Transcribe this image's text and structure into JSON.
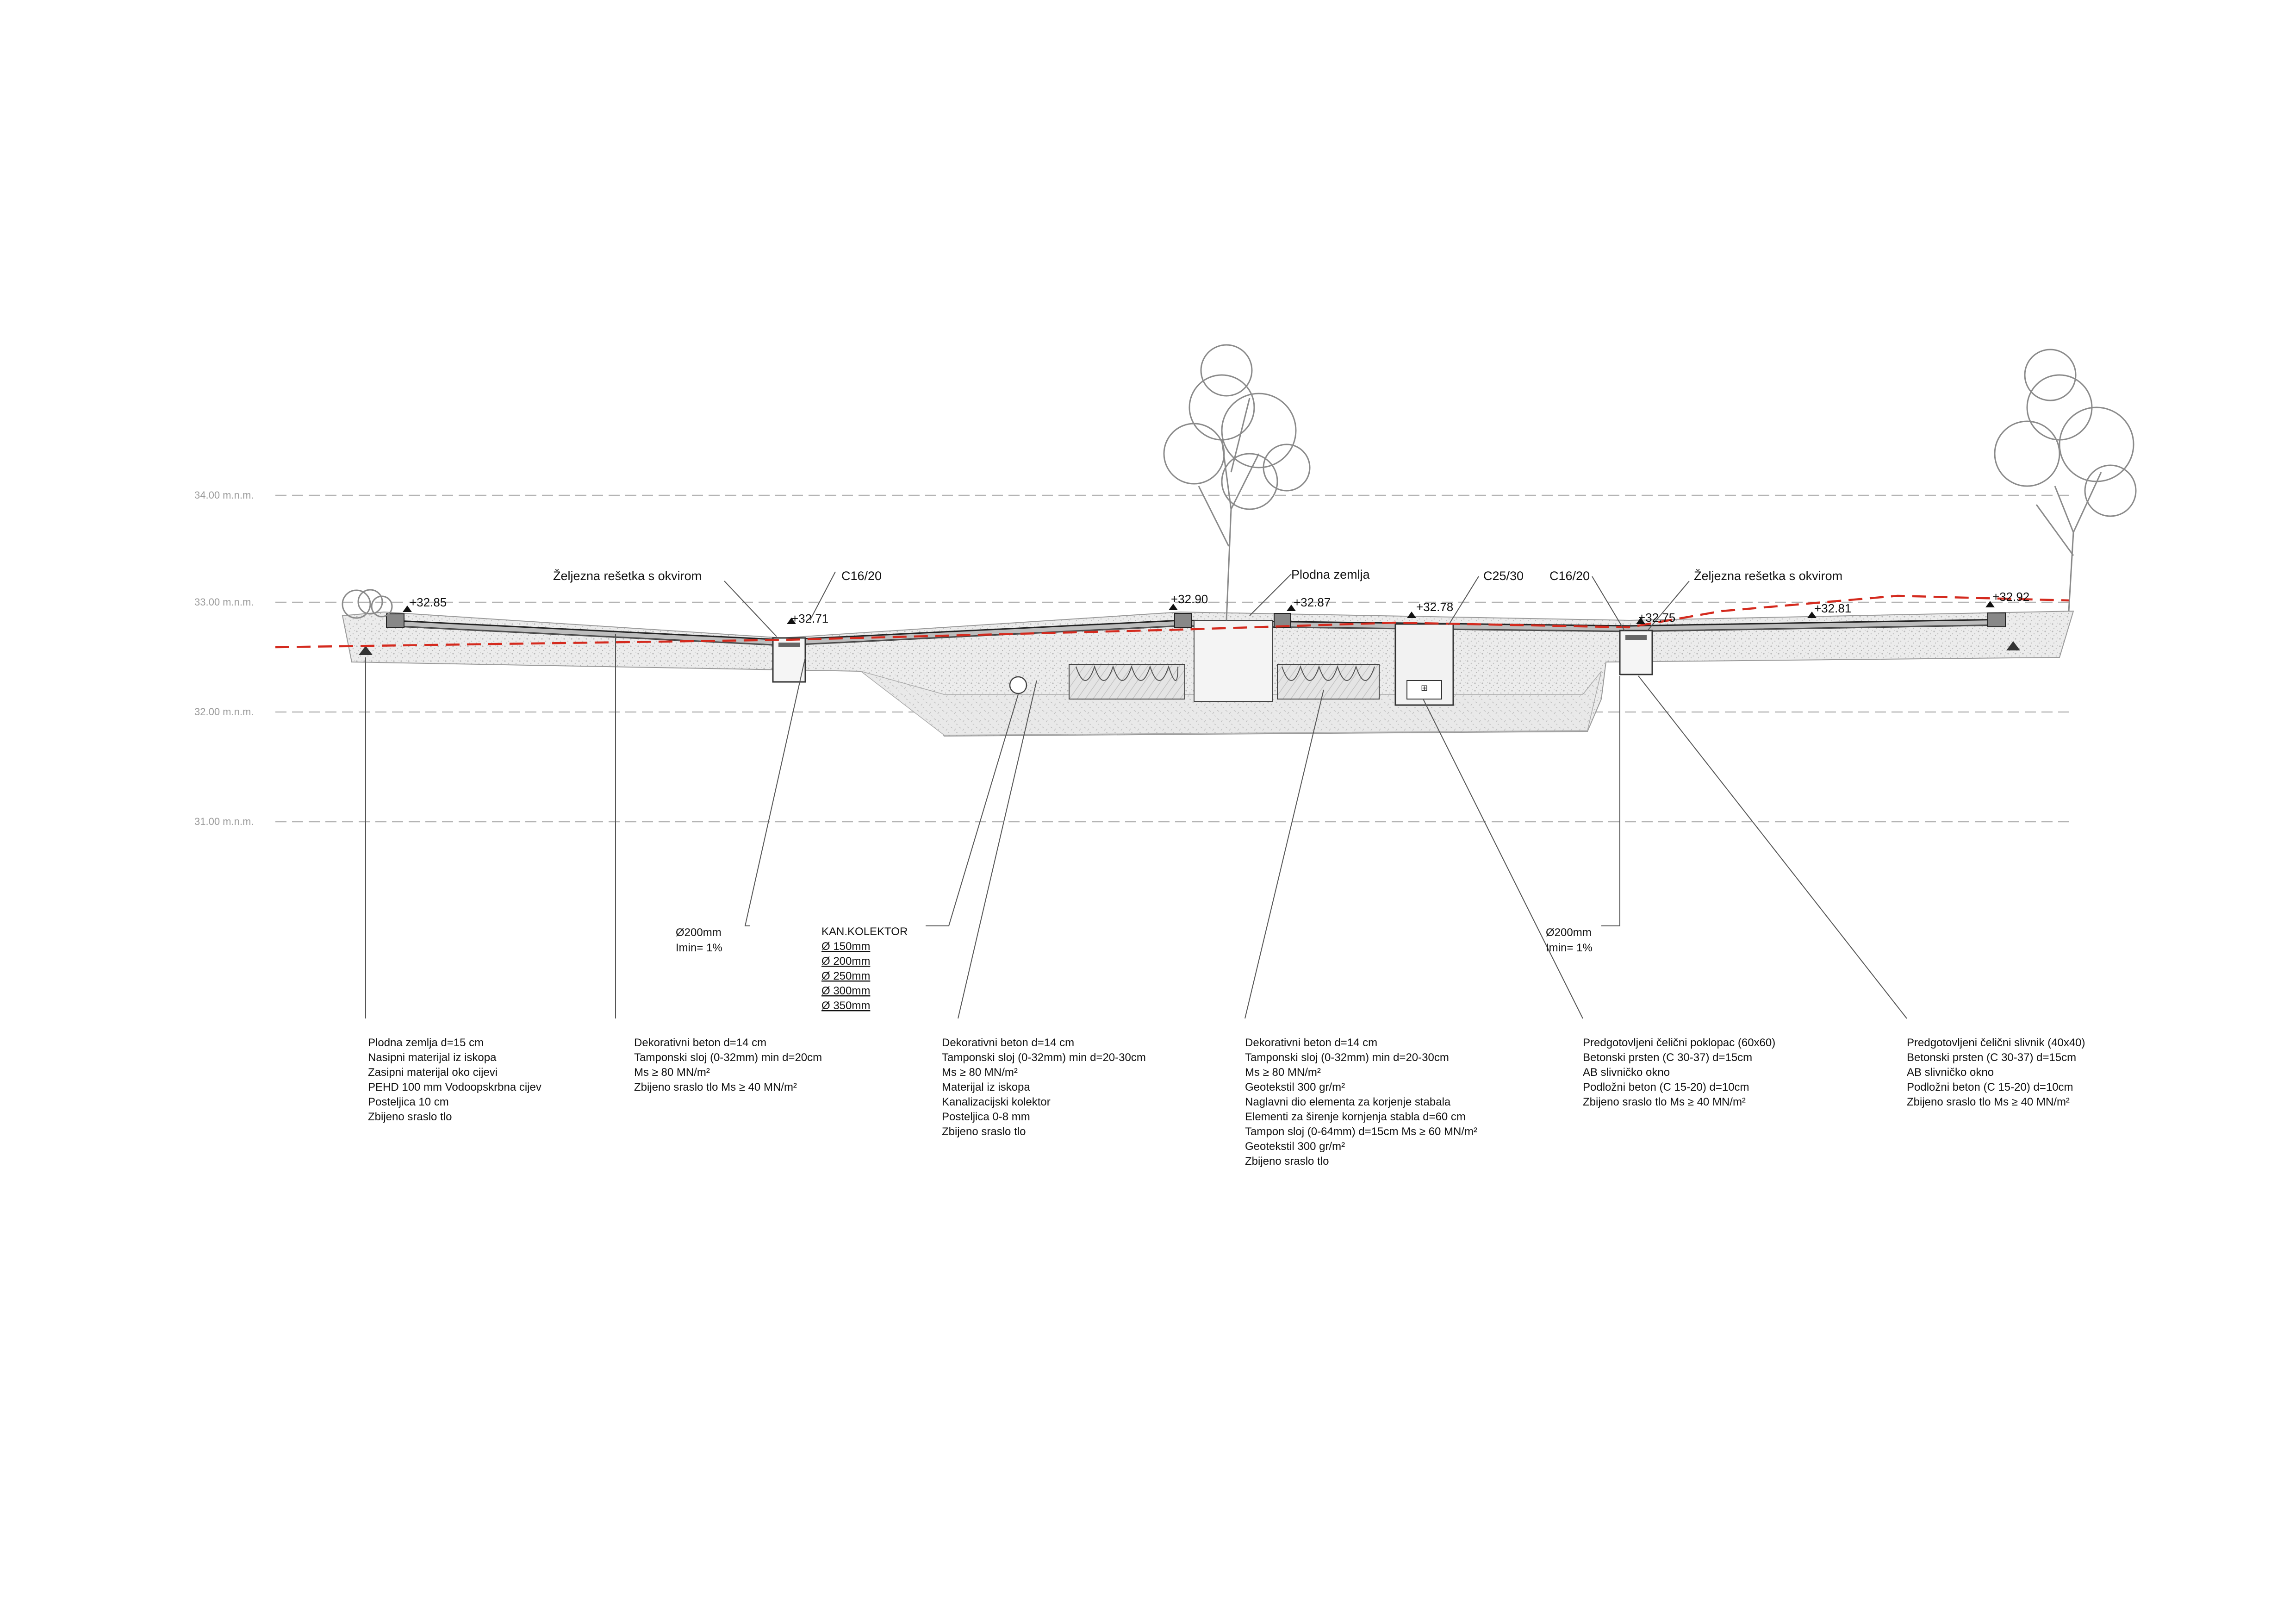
{
  "levels": [
    {
      "label": "34.00 m.n.m."
    },
    {
      "label": "33.00 m.n.m."
    },
    {
      "label": "32.00 m.n.m."
    },
    {
      "label": "31.00 m.n.m."
    }
  ],
  "top_labels": {
    "grate_left": "Željezna rešetka s okvirom",
    "c1620_left": "C16/20",
    "plodna": "Plodna zemlja",
    "c2530": "C25/30",
    "c1620_right": "C16/20",
    "grate_right": "Željezna rešetka s okvirom"
  },
  "elevations": [
    "+32.85",
    "+32.71",
    "+32.90",
    "+32.87",
    "+32.78",
    "+32.75",
    "+32.81",
    "+32.92"
  ],
  "pipes": {
    "left": [
      "Ø200mm",
      "Imin= 1%"
    ],
    "right": [
      "Ø200mm",
      "Imin= 1%"
    ]
  },
  "collector": {
    "title": "KAN.KOLEKTOR",
    "sizes": [
      "Ø 150mm",
      "Ø 200mm",
      "Ø 250mm",
      "Ø 300mm",
      "Ø 350mm"
    ]
  },
  "notes": [
    [
      "Plodna zemlja d=15 cm",
      "Nasipni materijal iz iskopa",
      "Zasipni materijal oko cijevi",
      "PEHD 100 mm Vodoopskrbna cijev",
      "Posteljica 10 cm",
      "Zbijeno sraslo tlo"
    ],
    [
      "Dekorativni beton d=14 cm",
      "Tamponski sloj (0-32mm) min d=20cm",
      "Ms ≥ 80 MN/m²",
      "Zbijeno sraslo tlo Ms ≥ 40 MN/m²"
    ],
    [
      "Dekorativni beton d=14 cm",
      "Tamponski sloj (0-32mm) min d=20-30cm",
      "Ms ≥ 80 MN/m²",
      "Materijal iz iskopa",
      "Kanalizacijski kolektor",
      "Posteljica 0-8 mm",
      "Zbijeno sraslo tlo"
    ],
    [
      "Dekorativni beton d=14 cm",
      "Tamponski sloj (0-32mm) min d=20-30cm",
      "Ms ≥ 80 MN/m²",
      "Geotekstil 300 gr/m²",
      "Naglavni dio elementa za korjenje stabala",
      "Elementi za širenje kornjenja stabla d=60 cm",
      "Tampon sloj (0-64mm) d=15cm Ms ≥ 60 MN/m²",
      "Geotekstil 300 gr/m²",
      "Zbijeno sraslo tlo"
    ],
    [
      "Predgotovljeni čelični poklopac (60x60)",
      "Betonski prsten (C 30-37) d=15cm",
      "AB slivničko okno",
      "Podložni beton (C 15-20) d=10cm",
      "Zbijeno sraslo tlo Ms ≥ 40 MN/m²"
    ],
    [
      "Predgotovljeni čelični slivnik (40x40)",
      "Betonski prsten (C 30-37) d=15cm",
      "AB slivničko okno",
      "Podložni beton (C 15-20) d=10cm",
      "Zbijeno sraslo tlo Ms ≥ 40 MN/m²"
    ]
  ],
  "colors": {
    "line": "#222222",
    "fill": "#e2e2e2",
    "hatch": "#c8c8c8",
    "level": "#b4b4b4",
    "water": "#d42a1e",
    "tree": "#8a8a8a"
  }
}
